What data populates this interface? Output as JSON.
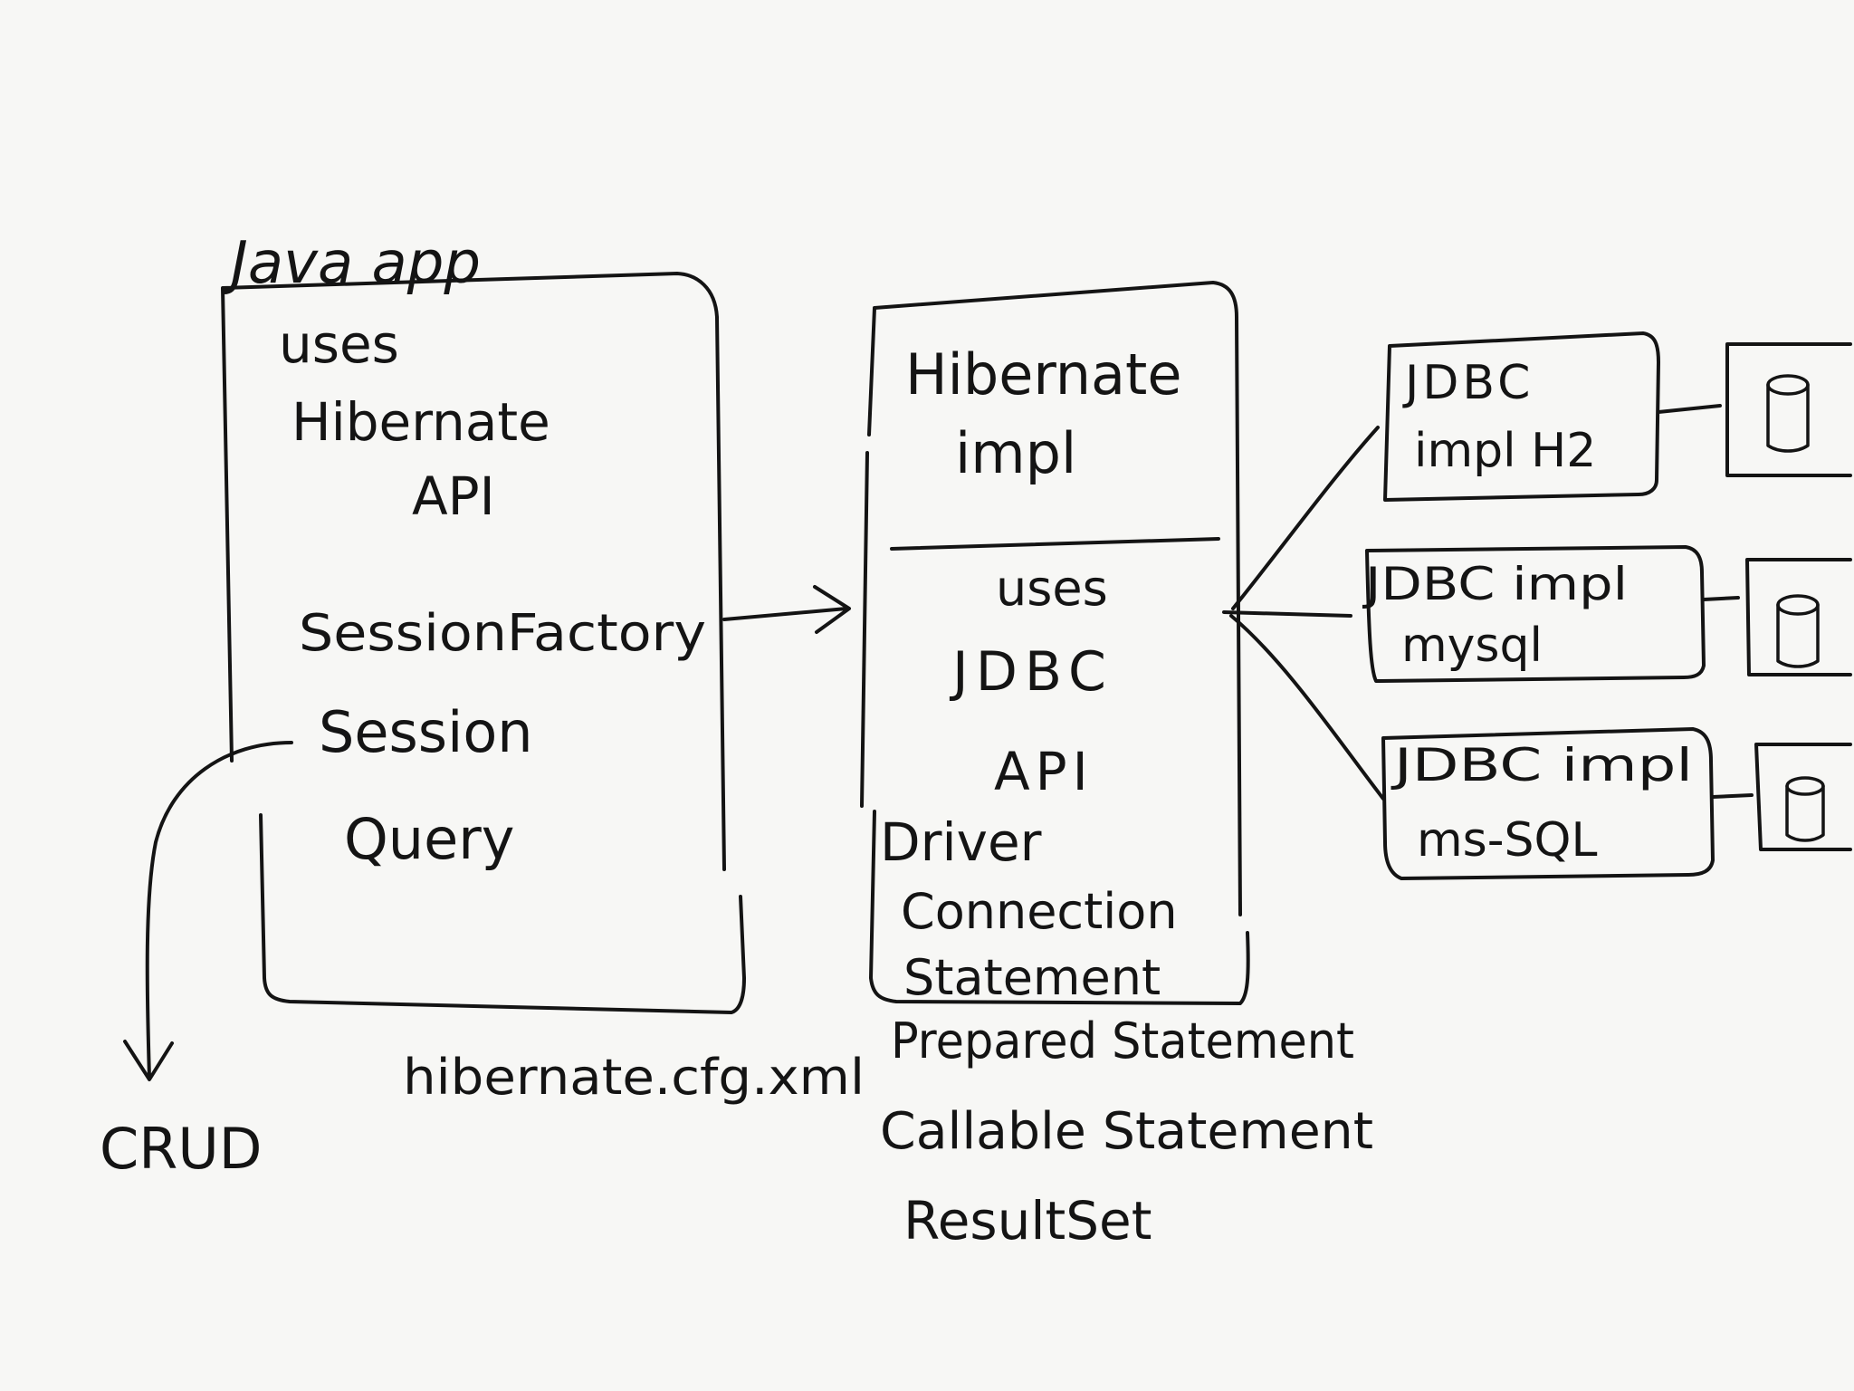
{
  "java_app": {
    "title": "Java app",
    "lines": [
      "uses",
      "Hibernate",
      "API"
    ],
    "items": [
      "SessionFactory",
      "Session",
      "Query"
    ]
  },
  "hibernate_impl": {
    "title_lines": [
      "Hibernate",
      "impl"
    ],
    "body_lines": [
      "uses",
      "JDBC",
      "API"
    ],
    "classes": [
      "Driver",
      "Connection",
      "Statement",
      "Prepared Statement",
      "Callable Statement",
      "ResultSet"
    ]
  },
  "config_file": "hibernate.cfg.xml",
  "crud_label": "CRUD",
  "jdbc_impls": [
    {
      "lines": [
        "JDBC",
        "impl H2"
      ]
    },
    {
      "lines": [
        "JDBC impl",
        "mysql"
      ]
    },
    {
      "lines": [
        "JDBC impl",
        "ms-SQL"
      ]
    }
  ],
  "database_icon": "database-cylinder-icon"
}
